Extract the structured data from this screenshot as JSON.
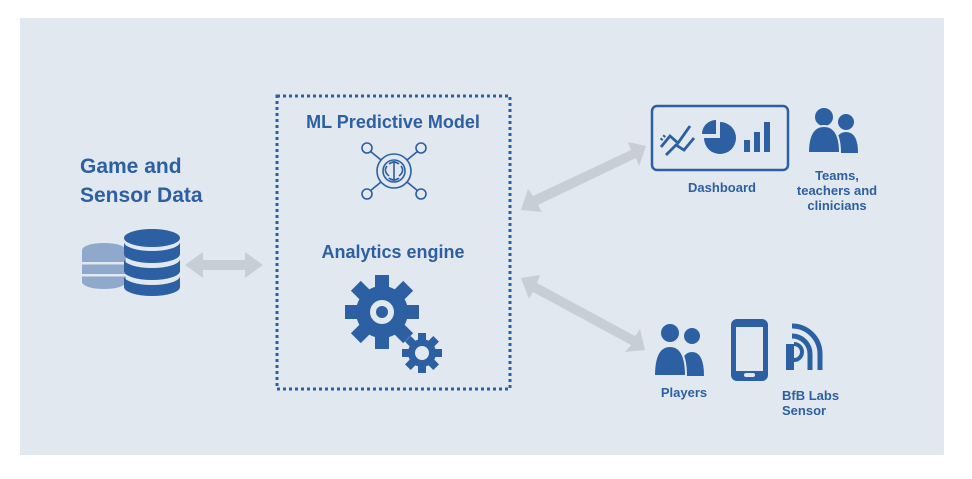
{
  "source": {
    "title_line1": "Game and",
    "title_line2": "Sensor Data",
    "icon": "database-icon"
  },
  "model": {
    "ml_title": "ML Predictive Model",
    "ml_icon": "brain-network-icon",
    "engine_title": "Analytics engine",
    "engine_icon": "gears-icon"
  },
  "outputs": {
    "dashboard_label": "Dashboard",
    "dashboard_icons": [
      "line-chart-icon",
      "pie-chart-icon",
      "bar-chart-icon"
    ],
    "teams_label_line1": "Teams,",
    "teams_label_line2": "teachers and",
    "teams_label_line3": "clinicians",
    "players_label": "Players",
    "sensor_label_line1": "BfB Labs",
    "sensor_label_line2": "Sensor"
  },
  "colors": {
    "primary": "#2d5fa3",
    "light": "#8fa9cc",
    "arrow": "#c8ced6",
    "background": "#e1e8f0"
  }
}
